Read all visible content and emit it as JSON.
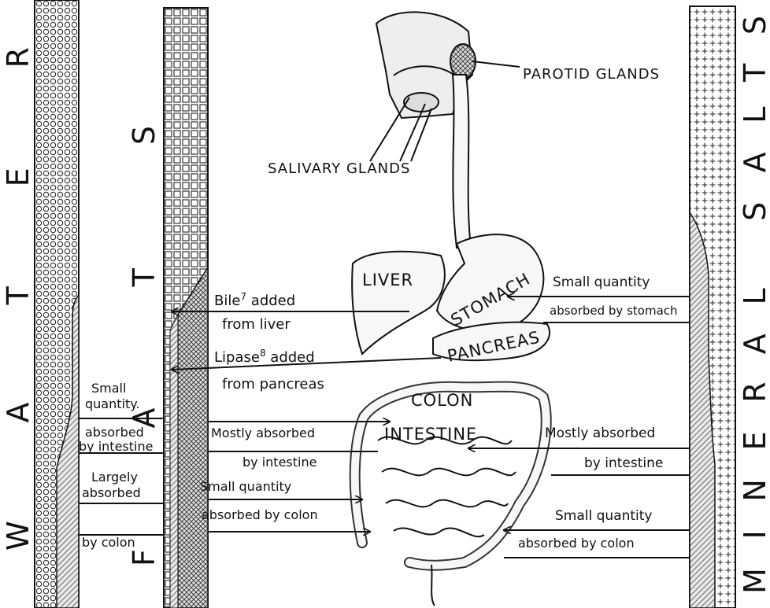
{
  "columns": {
    "water": "WATER",
    "fats": "FATS",
    "mineral_salts": "MINERAL SALTS"
  },
  "organs": {
    "parotid_glands": "PAROTID GLANDS",
    "salivary_glands": "SALIVARY GLANDS",
    "liver": "LIVER",
    "stomach": "STOMACH",
    "pancreas": "PANCREAS",
    "colon": "COLON",
    "intestine": "INTESTINE"
  },
  "fats_notes": {
    "bile_1": "Bile",
    "bile_sup": "7",
    "bile_2": " added",
    "bile_3": "from liver",
    "lipase_1": "Lipase",
    "lipase_sup": "8",
    "lipase_2": " added",
    "lipase_3": "from pancreas",
    "intestine_1": "Mostly absorbed",
    "intestine_2": "by intestine",
    "colon_1": "Small quantity",
    "colon_2": "absorbed by colon"
  },
  "water_notes": {
    "intestine_1": "Small",
    "intestine_2": "quantity.",
    "intestine_3": "absorbed",
    "intestine_4": "by intestine",
    "colon_1": "Largely",
    "colon_2": "absorbed",
    "colon_3": "by colon"
  },
  "salts_notes": {
    "stomach_1": "Small quantity",
    "stomach_2": "absorbed by stomach",
    "intestine_1": "Mostly absorbed",
    "intestine_2": "by intestine",
    "colon_1": "Small quantity",
    "colon_2": "absorbed by colon"
  }
}
